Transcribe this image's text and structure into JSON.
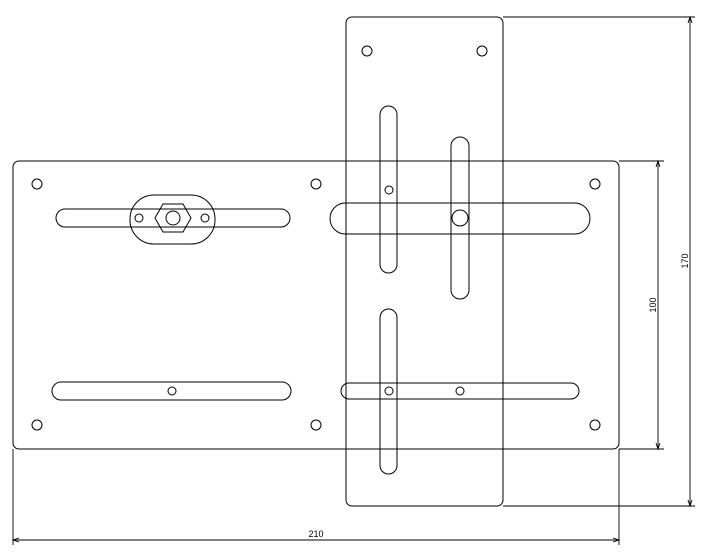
{
  "drawing": {
    "dimension_width": "210",
    "dimension_height_plate": "100",
    "dimension_height_total": "170"
  },
  "colors": {
    "stroke": "#000000",
    "background": "#ffffff"
  }
}
